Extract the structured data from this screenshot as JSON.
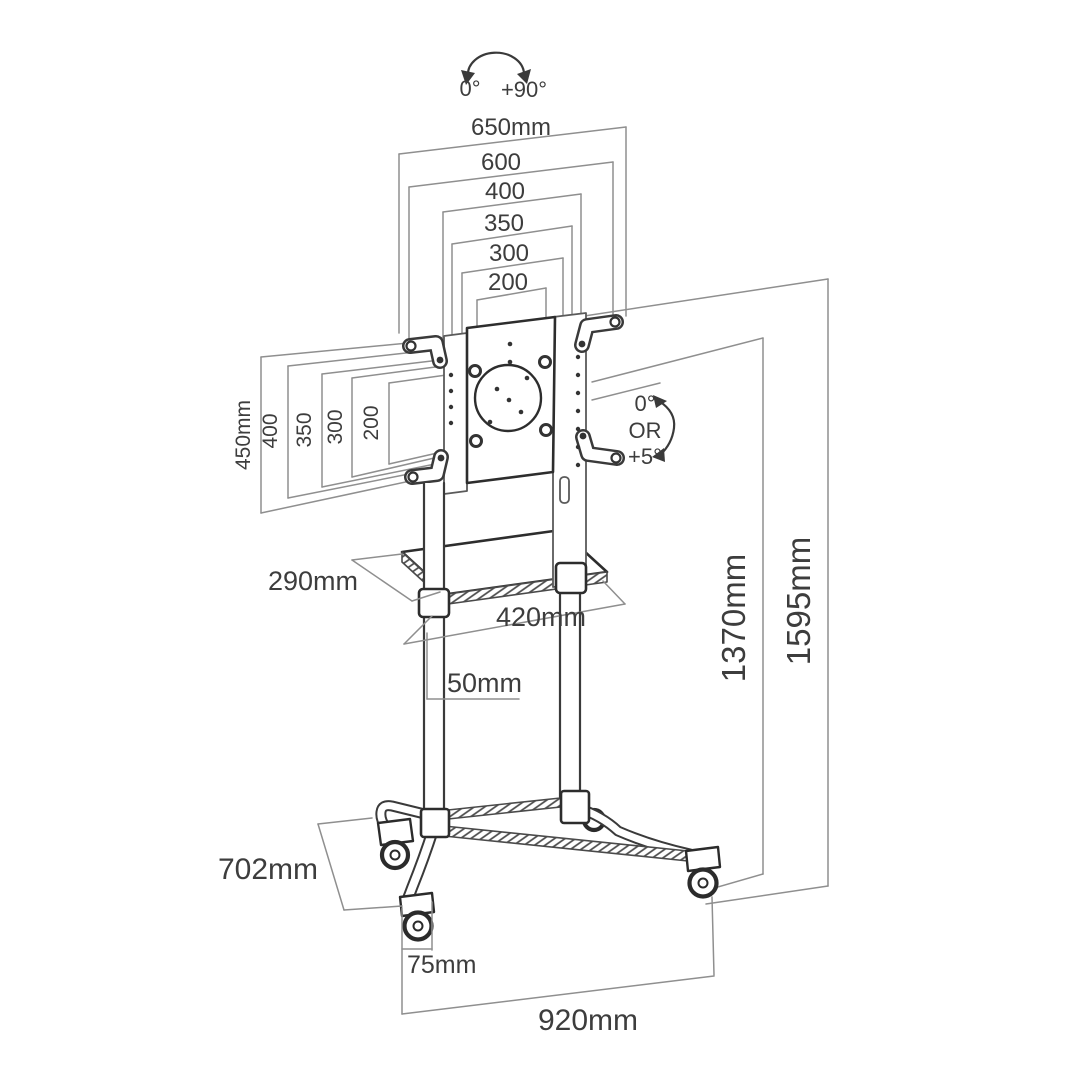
{
  "colors": {
    "background": "#ffffff",
    "structure_line": "#3a3a3a",
    "dimension_line": "#8f8f8f",
    "text": "#3d3d3d"
  },
  "rotation": {
    "from": "0°",
    "to": "+90°"
  },
  "tilt": {
    "top": "0°",
    "mid": "OR",
    "bottom": "+5°"
  },
  "vesa_widths": [
    "650mm",
    "600",
    "400",
    "350",
    "300",
    "200"
  ],
  "vesa_heights": [
    "450mm",
    "400",
    "350",
    "300",
    "200"
  ],
  "shelf": {
    "depth": "290mm",
    "width": "420mm"
  },
  "pole": {
    "diameter": "50mm"
  },
  "stand_heights": {
    "inner": "1370mm",
    "outer": "1595mm"
  },
  "base": {
    "depth": "702mm",
    "caster": "75mm",
    "width": "920mm"
  }
}
